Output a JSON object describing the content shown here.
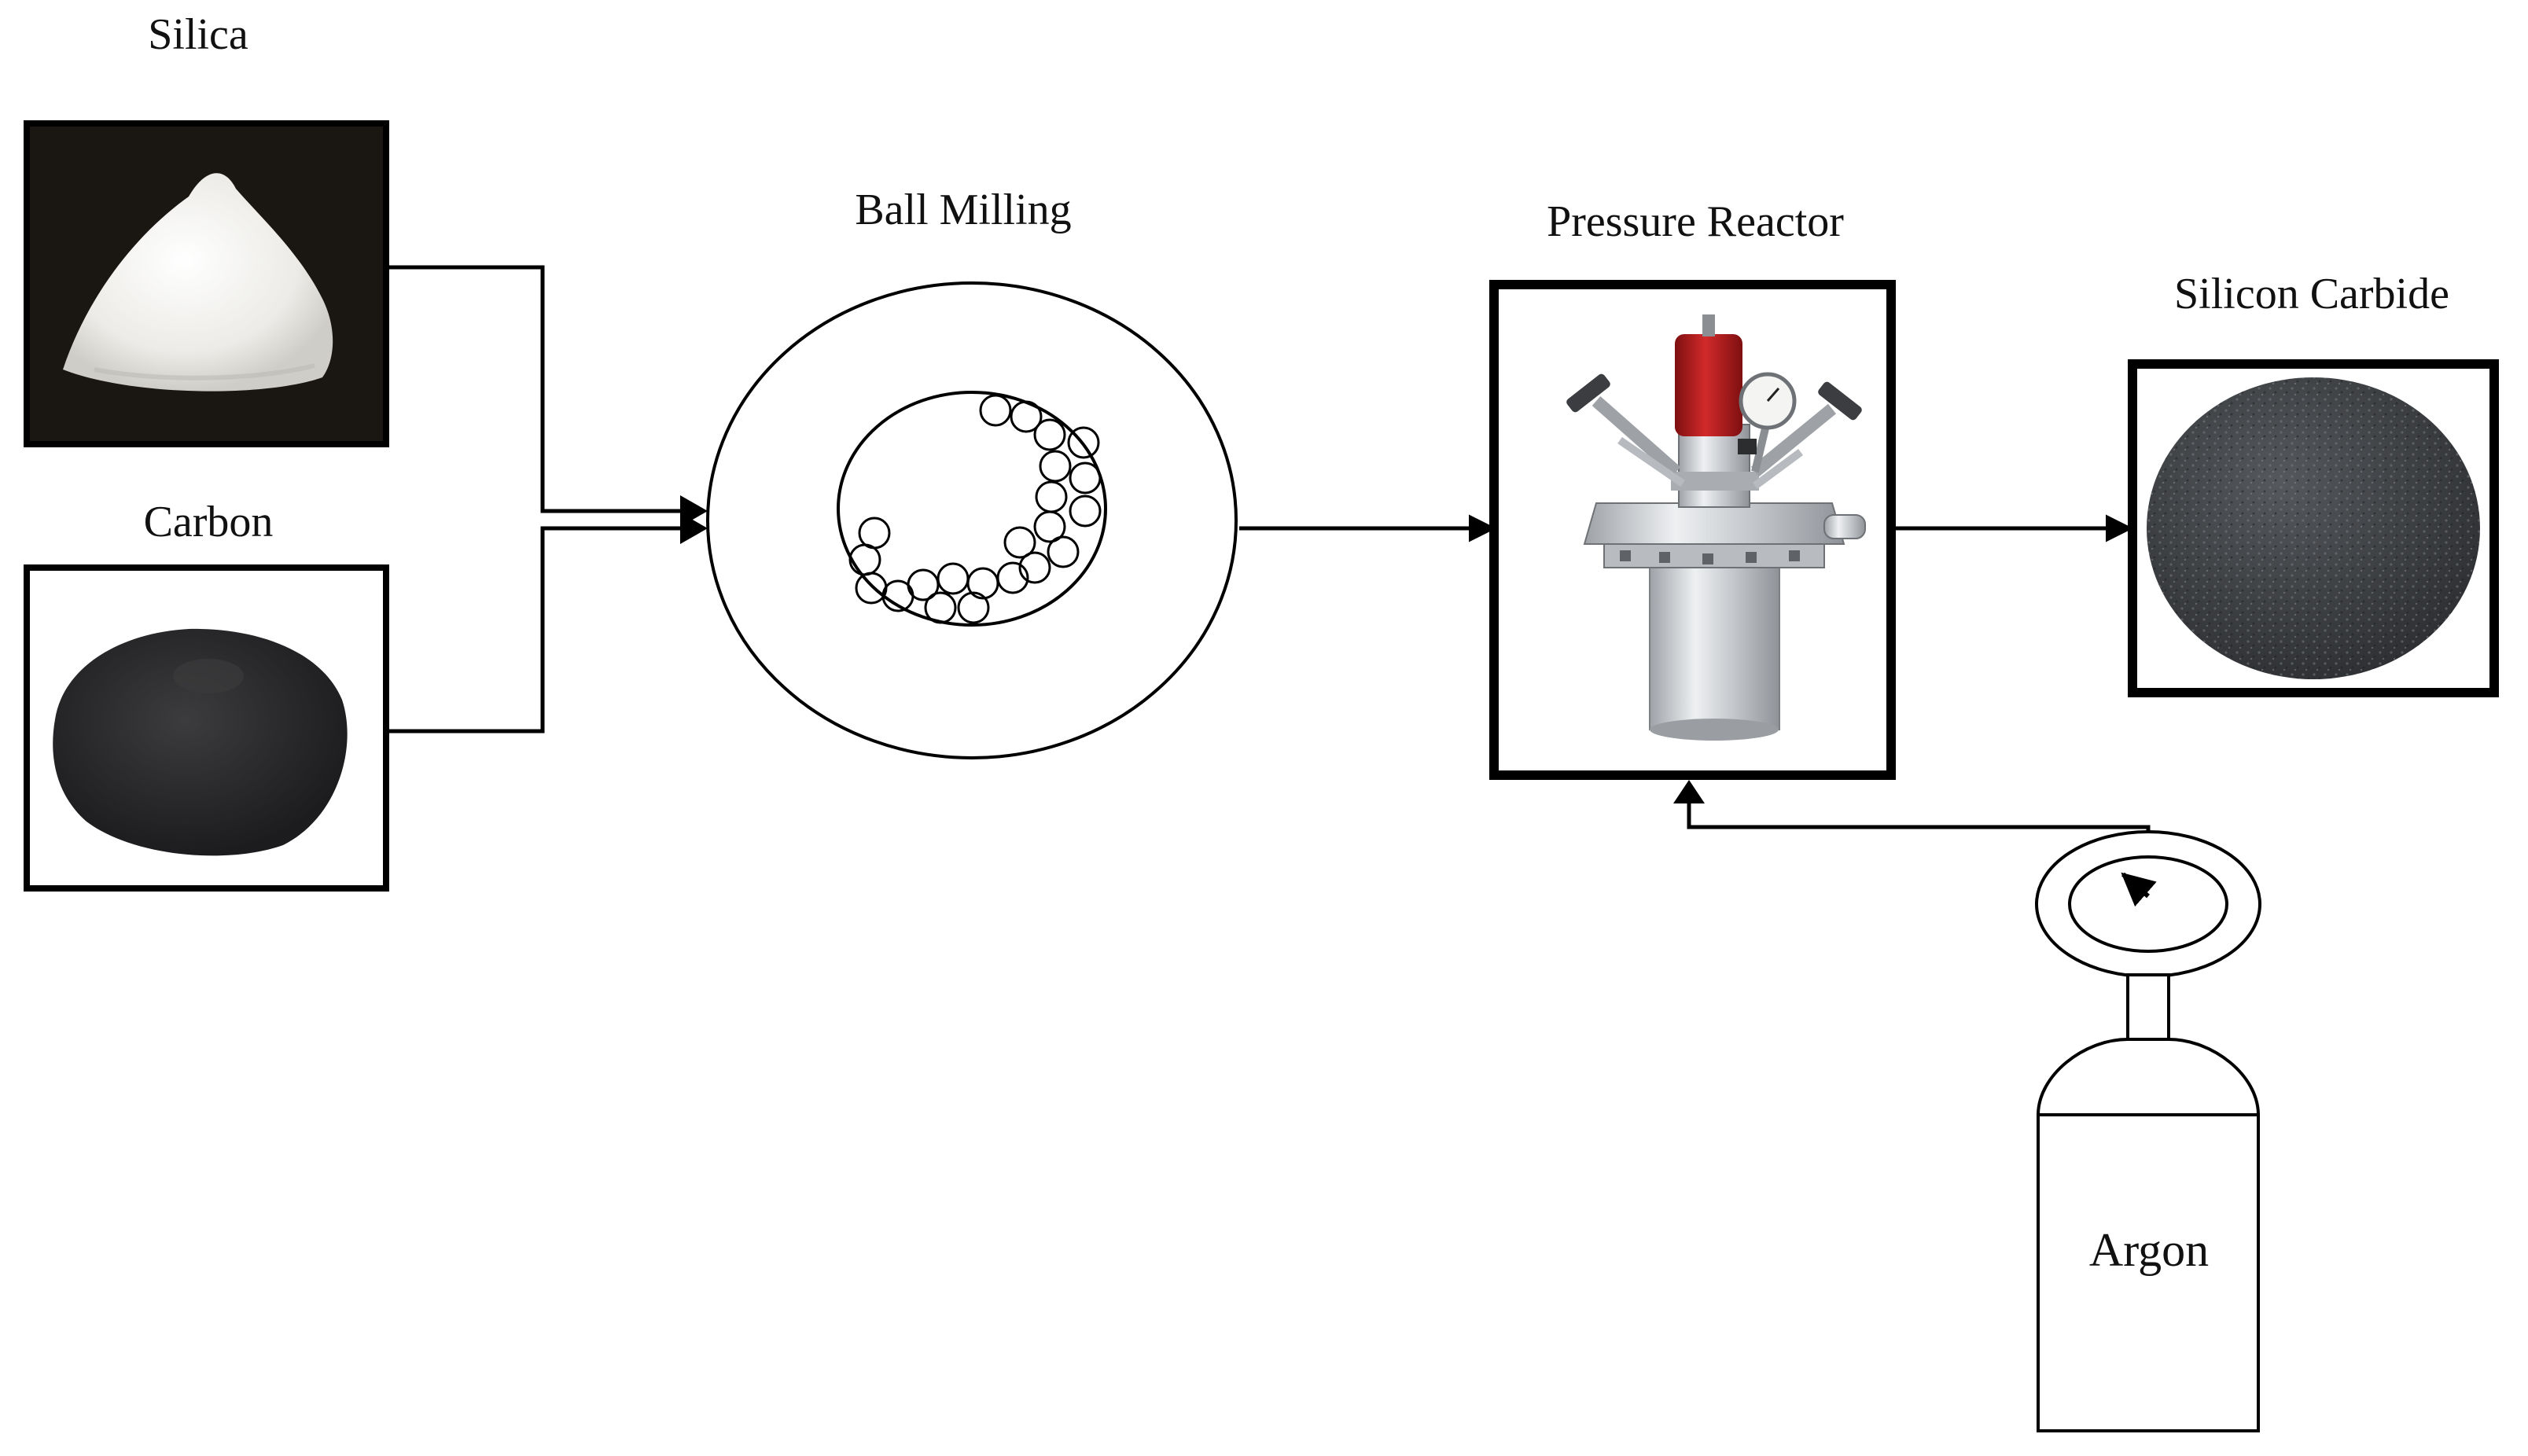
{
  "labels": {
    "silica": "Silica",
    "carbon": "Carbon",
    "ball_milling": "Ball Milling",
    "pressure_reactor": "Pressure Reactor",
    "silicon_carbide": "Silicon Carbide",
    "argon": "Argon"
  },
  "colors": {
    "line": "#000000",
    "silica_bg": "#1a1612",
    "silica_powder": "#f2f2ef",
    "carbon_powder": "#2b2b2d",
    "sic_disc": "#3b3d40",
    "reactor_steel": "#c9ccd0",
    "reactor_red": "#b3191b"
  },
  "icons": {
    "silica": "white-powder-pile-photo",
    "carbon": "black-powder-pile-photo",
    "reactor": "steel-pressure-reactor-photo",
    "sic": "dark-granular-disc-photo",
    "argon": "gas-cylinder-with-gauge"
  }
}
